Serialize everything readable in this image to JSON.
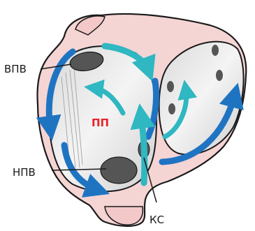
{
  "labels": {
    "svc": "ВПВ",
    "ivc": "НПВ",
    "ra": "ПП",
    "cs": "КС"
  },
  "colors": {
    "heart_tissue": "#f5d4d4",
    "outline": "#1a1a1a",
    "chamber_fill": "#e9e9e9",
    "ostium_fill": "#555555",
    "blue_arrow": "#1f74c2",
    "cyan_arrow": "#2fb7c2",
    "ra_label": "#e8232a"
  }
}
